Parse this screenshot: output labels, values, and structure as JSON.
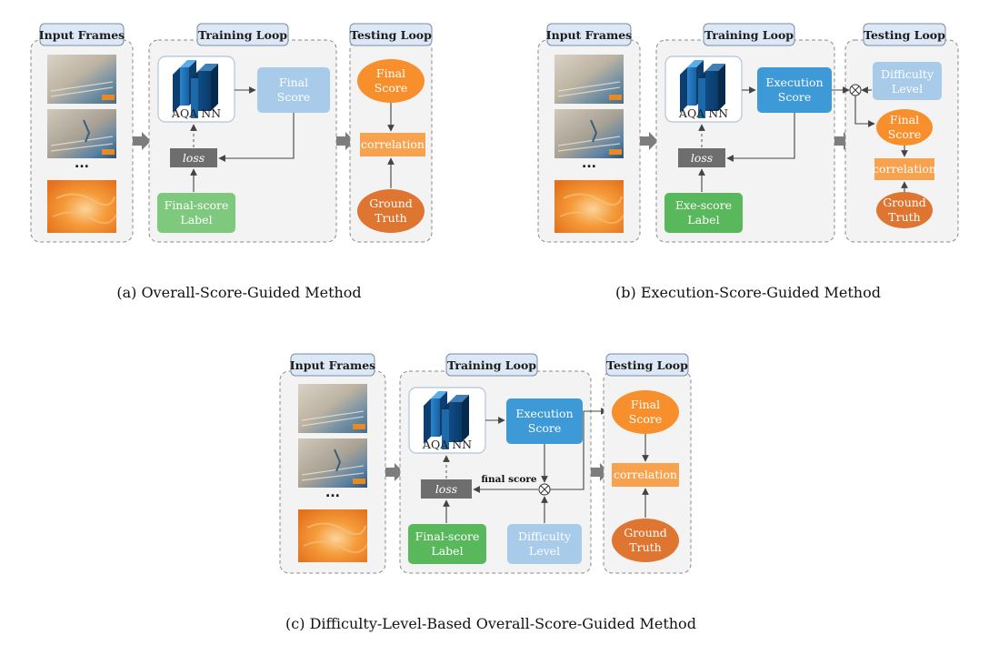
{
  "headers": {
    "input": "Input Frames",
    "train": "Training Loop",
    "test": "Testing Loop"
  },
  "common": {
    "nn": "AQA NN",
    "loss": "loss",
    "correlation": "correlation",
    "dots": "..."
  },
  "panel_a": {
    "final_score": [
      "Final",
      "Score"
    ],
    "label": [
      "Final-score",
      "Label"
    ],
    "test_final": [
      "Final",
      "Score"
    ],
    "ground_truth": [
      "Ground",
      "Truth"
    ],
    "caption": "(a)  Overall-Score-Guided Method"
  },
  "panel_b": {
    "exec_score": [
      "Execution",
      "Score"
    ],
    "label": [
      "Exe-score",
      "Label"
    ],
    "difficulty": [
      "Difficulty",
      "Level"
    ],
    "test_final": [
      "Final",
      "Score"
    ],
    "ground_truth": [
      "Ground",
      "Truth"
    ],
    "caption": "(b)  Execution-Score-Guided Method"
  },
  "panel_c": {
    "exec_score": [
      "Execution",
      "Score"
    ],
    "label": [
      "Final-score",
      "Label"
    ],
    "difficulty": [
      "Difficulty",
      "Level"
    ],
    "final_score_edge": "final score",
    "test_final": [
      "Final",
      "Score"
    ],
    "ground_truth": [
      "Ground",
      "Truth"
    ],
    "caption": "(c)  Difficulty-Level-Based Overall-Score-Guided Method"
  },
  "colors": {
    "panel_bg": "#f3f3f3",
    "header_bg": "#dce8f5",
    "orange": "#f78f2c",
    "blue_light": "#a8cbe9",
    "blue_mid": "#3d9ad7",
    "green": "#7fc97f",
    "loss_box": "#6e6e6e",
    "nn_blue": "#1f6fb2"
  },
  "icons": [
    "nn-block-icon",
    "video-frame-icon",
    "big-right-arrow-icon",
    "multiply-icon"
  ]
}
